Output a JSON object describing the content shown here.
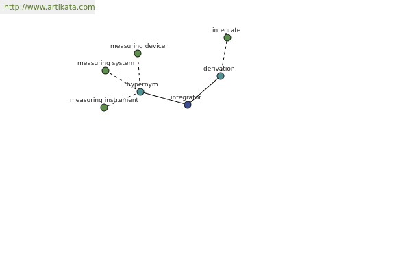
{
  "source": {
    "url_text": "http://www.artikata.com"
  },
  "colors": {
    "green": "#5f8f4f",
    "teal": "#4e9494",
    "navy": "#3a4d8f",
    "link": "#5a7d2a"
  },
  "diagram": {
    "nodes": {
      "integrator": {
        "label": "integrator",
        "color": "#3a4d8f"
      },
      "hypernym": {
        "label": "hypernym",
        "color": "#4e9494"
      },
      "derivation": {
        "label": "derivation",
        "color": "#4e9494"
      },
      "integrate": {
        "label": "integrate",
        "color": "#5f8f4f"
      },
      "measuring_device": {
        "label": "measuring device",
        "color": "#5f8f4f"
      },
      "measuring_system": {
        "label": "measuring system",
        "color": "#5f8f4f"
      },
      "measuring_instrument": {
        "label": "measuring instrument",
        "color": "#5f8f4f"
      }
    },
    "edges": [
      {
        "from": "integrator",
        "to": "hypernym",
        "style": "solid"
      },
      {
        "from": "integrator",
        "to": "derivation",
        "style": "solid"
      },
      {
        "from": "derivation",
        "to": "integrate",
        "style": "dashed"
      },
      {
        "from": "hypernym",
        "to": "measuring_device",
        "style": "dashed"
      },
      {
        "from": "hypernym",
        "to": "measuring_system",
        "style": "dashed"
      },
      {
        "from": "hypernym",
        "to": "measuring_instrument",
        "style": "dashed"
      }
    ]
  }
}
